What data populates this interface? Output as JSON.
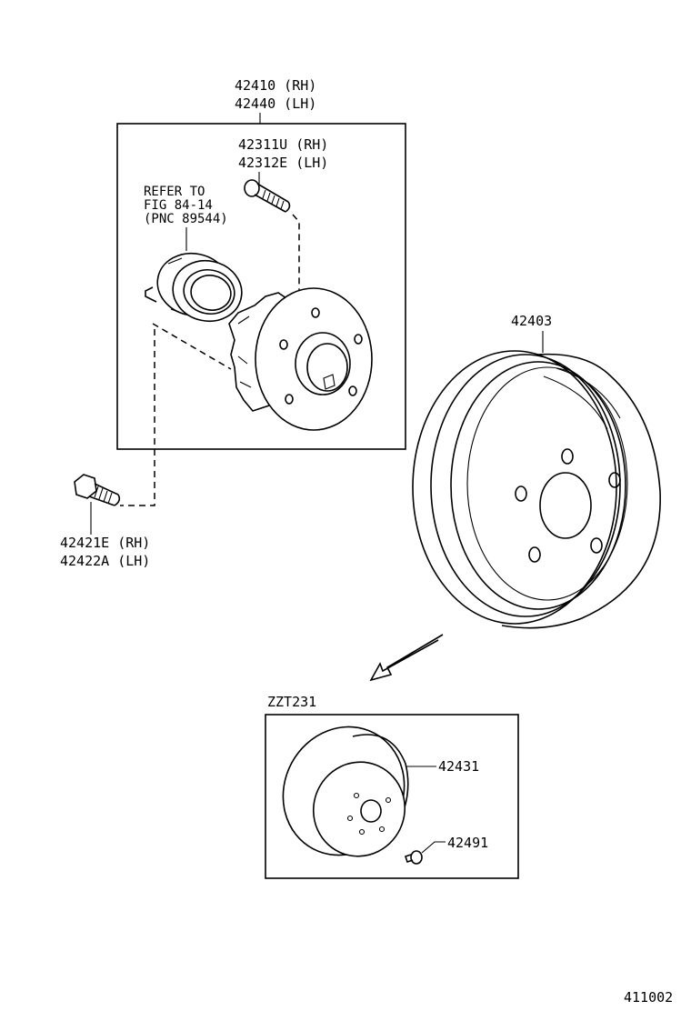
{
  "hub_assembly": {
    "part_rh": "42410 (RH)",
    "part_lh": "42440 (LH)"
  },
  "hub_bolt": {
    "part_rh": "42311U (RH)",
    "part_lh": "42312E (LH)"
  },
  "bearing_reference": {
    "line1": "REFER TO",
    "line2": "FIG 84-14",
    "line3": "(PNC 89544)"
  },
  "mount_bolt": {
    "part_rh": "42421E (RH)",
    "part_lh": "42422A (LH)"
  },
  "brake_drum": {
    "part": "42403"
  },
  "disc_variant": {
    "model_code": "ZZT231",
    "disc_part": "42431",
    "screw_part": "42491"
  },
  "figure_number": "411002"
}
